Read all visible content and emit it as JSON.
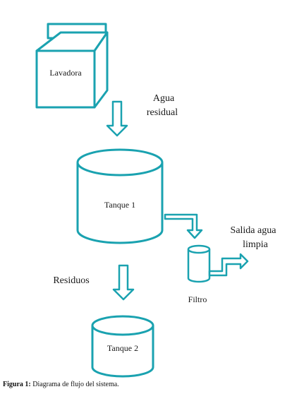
{
  "diagram": {
    "nodes": {
      "washer": "Lavadora",
      "tank1": "Tanque 1",
      "tank2": "Tanque 2",
      "filter": "Filtro"
    },
    "edges": {
      "wastewater_line1": "Agua",
      "wastewater_line2": "residual",
      "residues": "Residuos",
      "clean_output_line1": "Salida agua",
      "clean_output_line2": "limpia"
    },
    "colors": {
      "stroke": "#1aa2b0",
      "text": "#1a1a1a"
    }
  },
  "caption": {
    "label": "Figura 1:",
    "text": "Diagrama de flujo del sistema."
  }
}
